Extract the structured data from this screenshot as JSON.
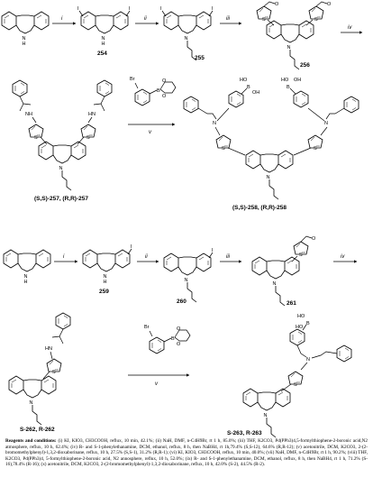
{
  "compounds": {
    "c254": "254",
    "c255": "255",
    "c256": "256",
    "c257": "(S,S)-257, (R,R)-257",
    "c258": "(S,S)-258, (R,R)-258",
    "c259": "259",
    "c260": "260",
    "c261": "261",
    "c262": "S-262, R-262",
    "c263": "S-263, R-263"
  },
  "steps": {
    "i": "i",
    "ii": "ii",
    "iii": "iii",
    "iv": "iv",
    "v": "v"
  },
  "atoms": {
    "I": "I",
    "H": "H",
    "N": "N",
    "O": "O",
    "S": "S",
    "B": "B",
    "Br": "Br",
    "HN": "HN",
    "NH": "NH",
    "OH": "OH",
    "HO": "HO"
  },
  "conditions": {
    "heading": "Reagents and conditions:",
    "text": " (i) KI, KIO3, CH3COOH, reflux, 10 min, 42.1%; (ii) NaH, DMF, n-C4H9Br, rt 1 h, 85.0%; (iii) THF, K2CO3, Pd(PPh3)4,5-formylthiophene-2-boronic acid,N2 atmosphere, reflux, 10 h, 62.4%; (iv) R- and S-1-phenylethanamine, DCM, ethanol, reflux, 8 h, then NaBH4, rt 1h,79.4% (S,S-12), 64.6% (R,R-12); (v) acetonitrile, DCM, K2CO3, 2-(2-bromomethylphenyl)-1,3,2-dioxaborinane, reflux, 10 h, 27.5% (S,S-1), 31.2% (R,R-1); (vi) KI, KIO3, CH3COOH, reflux, 10 min, 40.0%; (vii) NaH, DMF, n-C4H9Br, rt 1 h, 90.2%; (viii) THF, K2CO3, Pd(PPh3)4, 5-formylthiophene-2-boronic acid, N2 annosphere, reflux, 10 h, 52.0%; (ix) R- and S-1-phenylethanamine, DCM, ethanol, reflux, 8 h, then NaBH4, rt 1 h, 71.2% (S-16),78.4% (R-16); (x) acetonitrile, DCM, K2CO3, 2-(2-bromomethylphenyl)-1,3,2-dioxaborinane, reflux, 10 h, 42.0% (S-2), 44.5% (R-2)."
  }
}
